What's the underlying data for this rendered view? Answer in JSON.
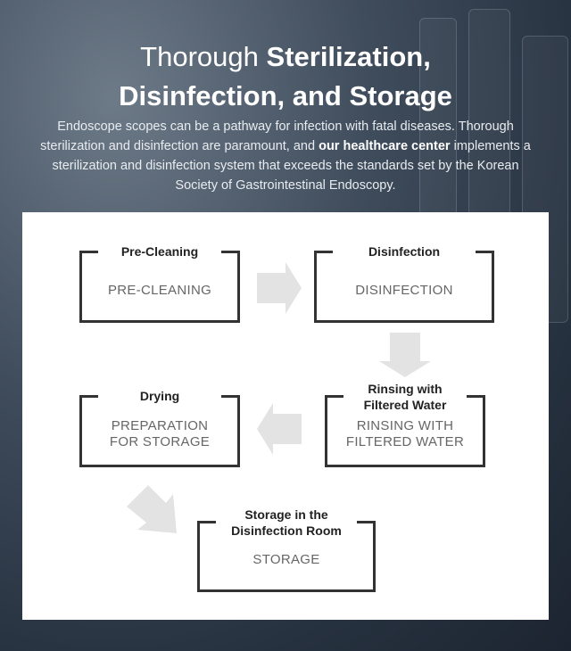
{
  "header": {
    "title_light": "Thorough",
    "title_bold_1": "Sterilization,",
    "title_bold_2": "Disinfection, and Storage",
    "intro_1": "Endoscope scopes can be a pathway for infection with fatal diseases. Thorough sterilization and disinfection are paramount, and",
    "intro_bold": "our healthcare center",
    "intro_2": "implements a sterilization and disinfection system that exceeds the standards set by the Korean Society of Gastrointestinal Endoscopy."
  },
  "steps": [
    {
      "title": "Pre-Cleaning",
      "subtitle": "PRE-CLEANING"
    },
    {
      "title": "Disinfection",
      "subtitle": "DISINFECTION"
    },
    {
      "title_1": "Rinsing with",
      "title_2": "Filtered Water",
      "subtitle_1": "RINSING WITH",
      "subtitle_2": "FILTERED WATER"
    },
    {
      "title": "Drying",
      "subtitle_1": "PREPARATION",
      "subtitle_2": "FOR STORAGE"
    },
    {
      "title_1": "Storage in the",
      "title_2": "Disinfection Room",
      "subtitle": "STORAGE"
    }
  ],
  "colors": {
    "arrow": "#e3e3e3",
    "border": "#333333"
  }
}
